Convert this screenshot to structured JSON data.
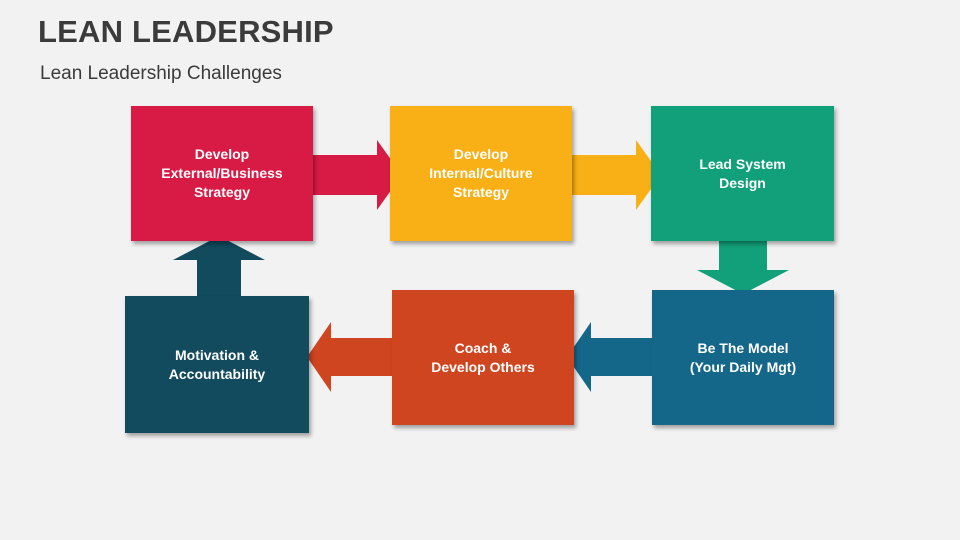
{
  "header": {
    "title": "LEAN LEADERSHIP",
    "subtitle": "Lean Leadership Challenges"
  },
  "colors": {
    "crimson": "#d81b45",
    "yellow": "#f8b016",
    "green": "#11a07a",
    "blue": "#15678a",
    "orange": "#cf4520",
    "teal": "#124a5e"
  },
  "diagram": {
    "nodes": [
      {
        "id": "external-strategy",
        "label": "Develop\nExternal/Business\nStrategy",
        "color": "#d81b45"
      },
      {
        "id": "internal-strategy",
        "label": "Develop\nInternal/Culture\nStrategy",
        "color": "#f8b016"
      },
      {
        "id": "lead-system",
        "label": "Lead System\nDesign",
        "color": "#11a07a"
      },
      {
        "id": "be-the-model",
        "label": "Be The Model\n(Your Daily Mgt)",
        "color": "#15678a"
      },
      {
        "id": "coach-develop",
        "label": "Coach &\nDevelop Others",
        "color": "#cf4520"
      },
      {
        "id": "motivation",
        "label": "Motivation &\nAccountability",
        "color": "#124a5e"
      }
    ],
    "edges": [
      {
        "from": "external-strategy",
        "to": "internal-strategy"
      },
      {
        "from": "internal-strategy",
        "to": "lead-system"
      },
      {
        "from": "lead-system",
        "to": "be-the-model"
      },
      {
        "from": "be-the-model",
        "to": "coach-develop"
      },
      {
        "from": "coach-develop",
        "to": "motivation"
      },
      {
        "from": "motivation",
        "to": "external-strategy"
      }
    ]
  }
}
